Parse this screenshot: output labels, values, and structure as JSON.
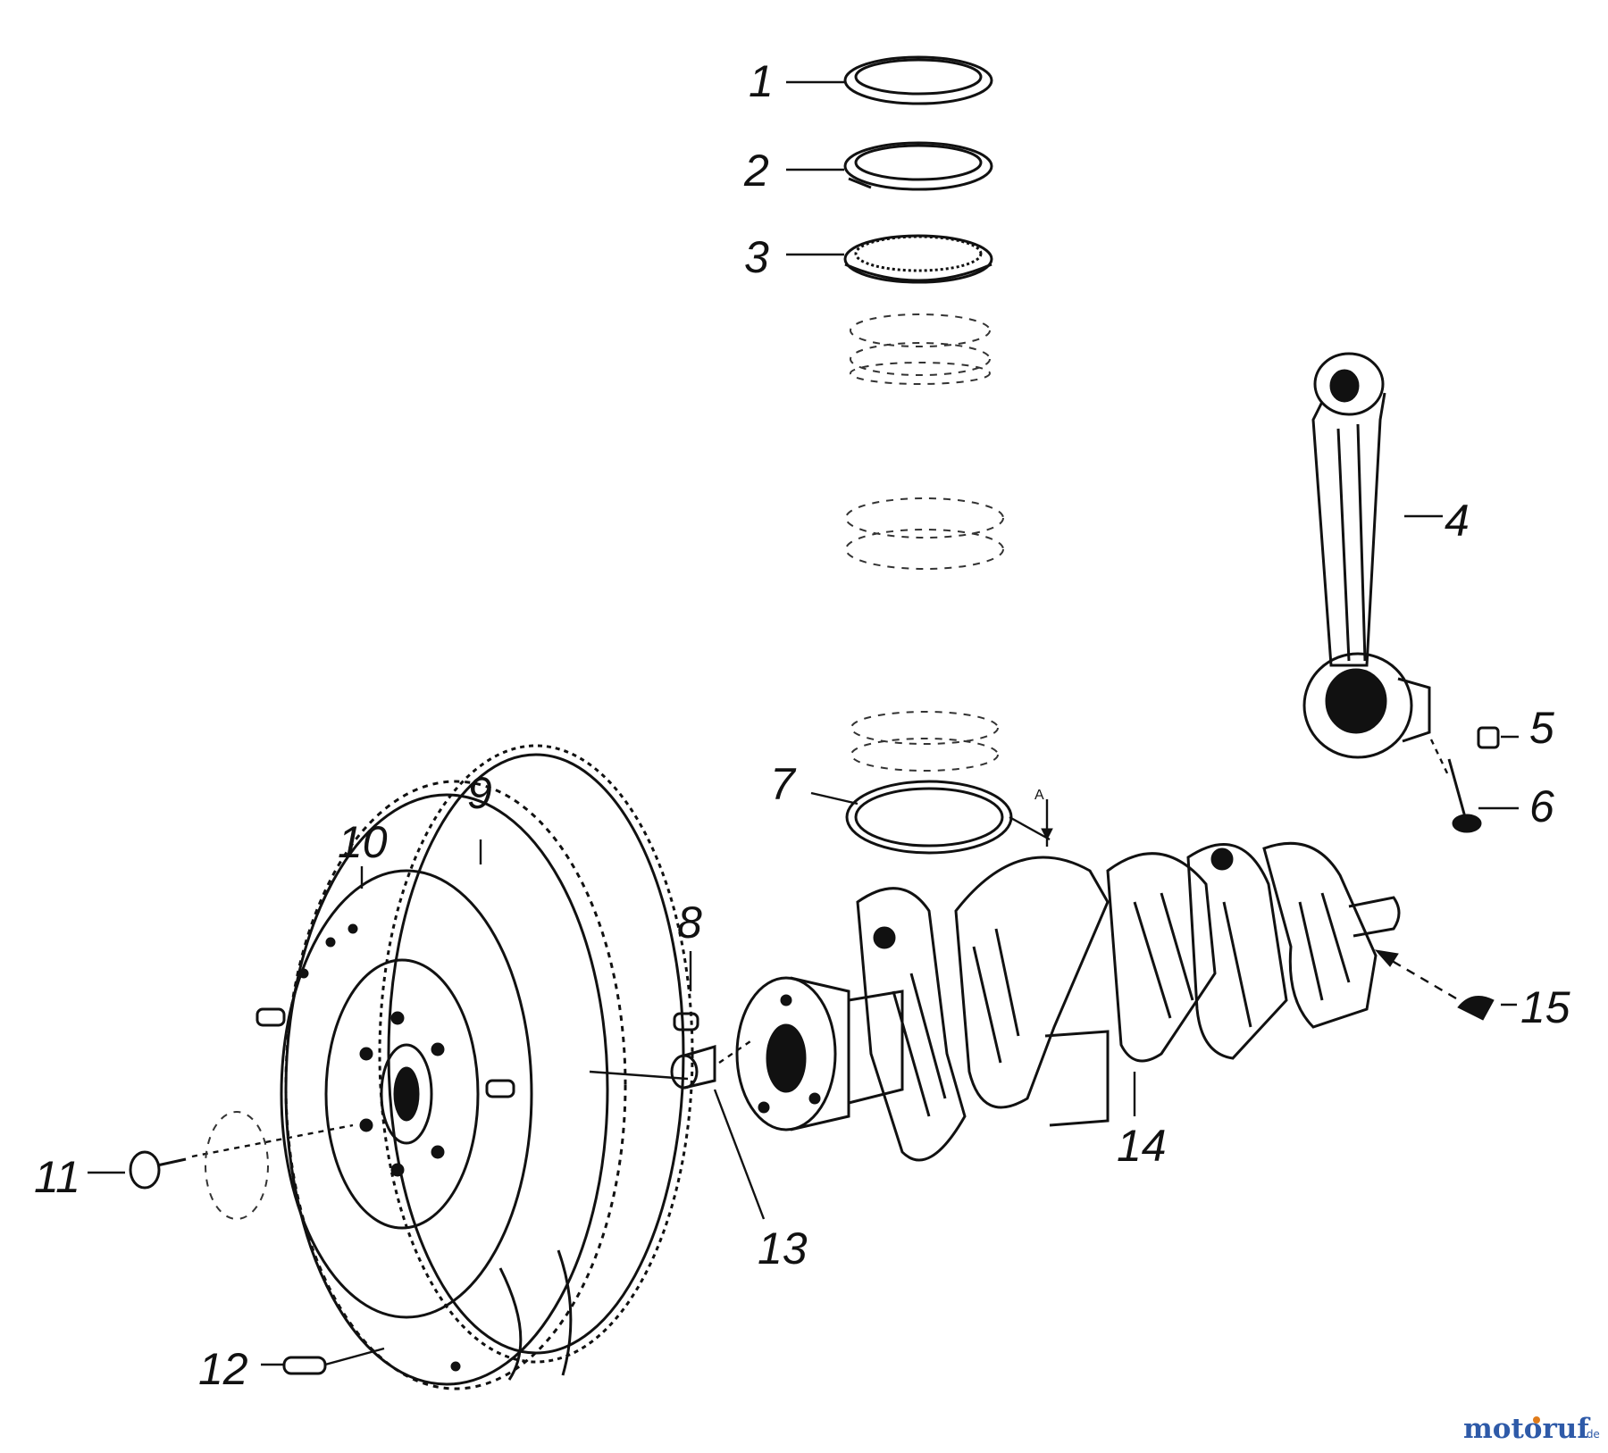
{
  "callouts": [
    "1",
    "2",
    "3",
    "4",
    "5",
    "6",
    "7",
    "8",
    "9",
    "10",
    "11",
    "12",
    "13",
    "14",
    "15"
  ],
  "dimension_mark": "A",
  "watermark": {
    "name": "motoruf",
    "tld": ".de",
    "color_main": "#2e5aa8",
    "color_accent": "#e07b1a"
  },
  "parts": {
    "piston_rings": "ring-icon",
    "connecting_rod": "connecting-rod-icon",
    "flywheel": "flywheel-icon",
    "crankshaft": "crankshaft-icon"
  }
}
